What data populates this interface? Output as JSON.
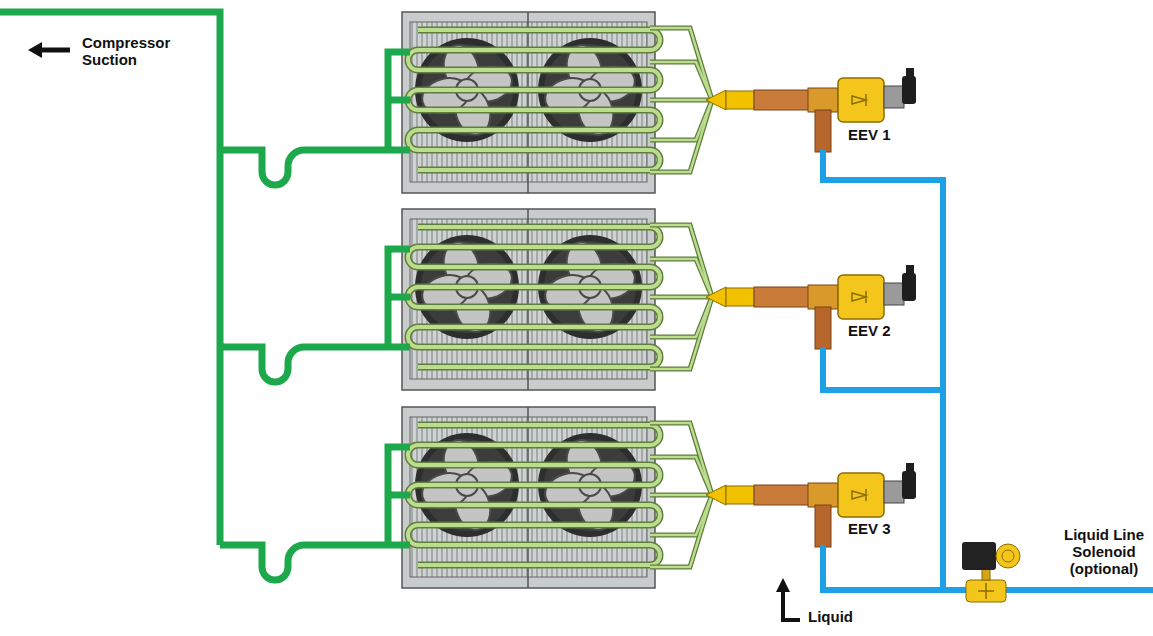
{
  "diagram": {
    "labels": [
      "Compressor Suction",
      "EEV 1",
      "EEV 2",
      "EEV 3",
      "Liquid Line Solenoid (optional)",
      "Liquid"
    ]
  }
}
